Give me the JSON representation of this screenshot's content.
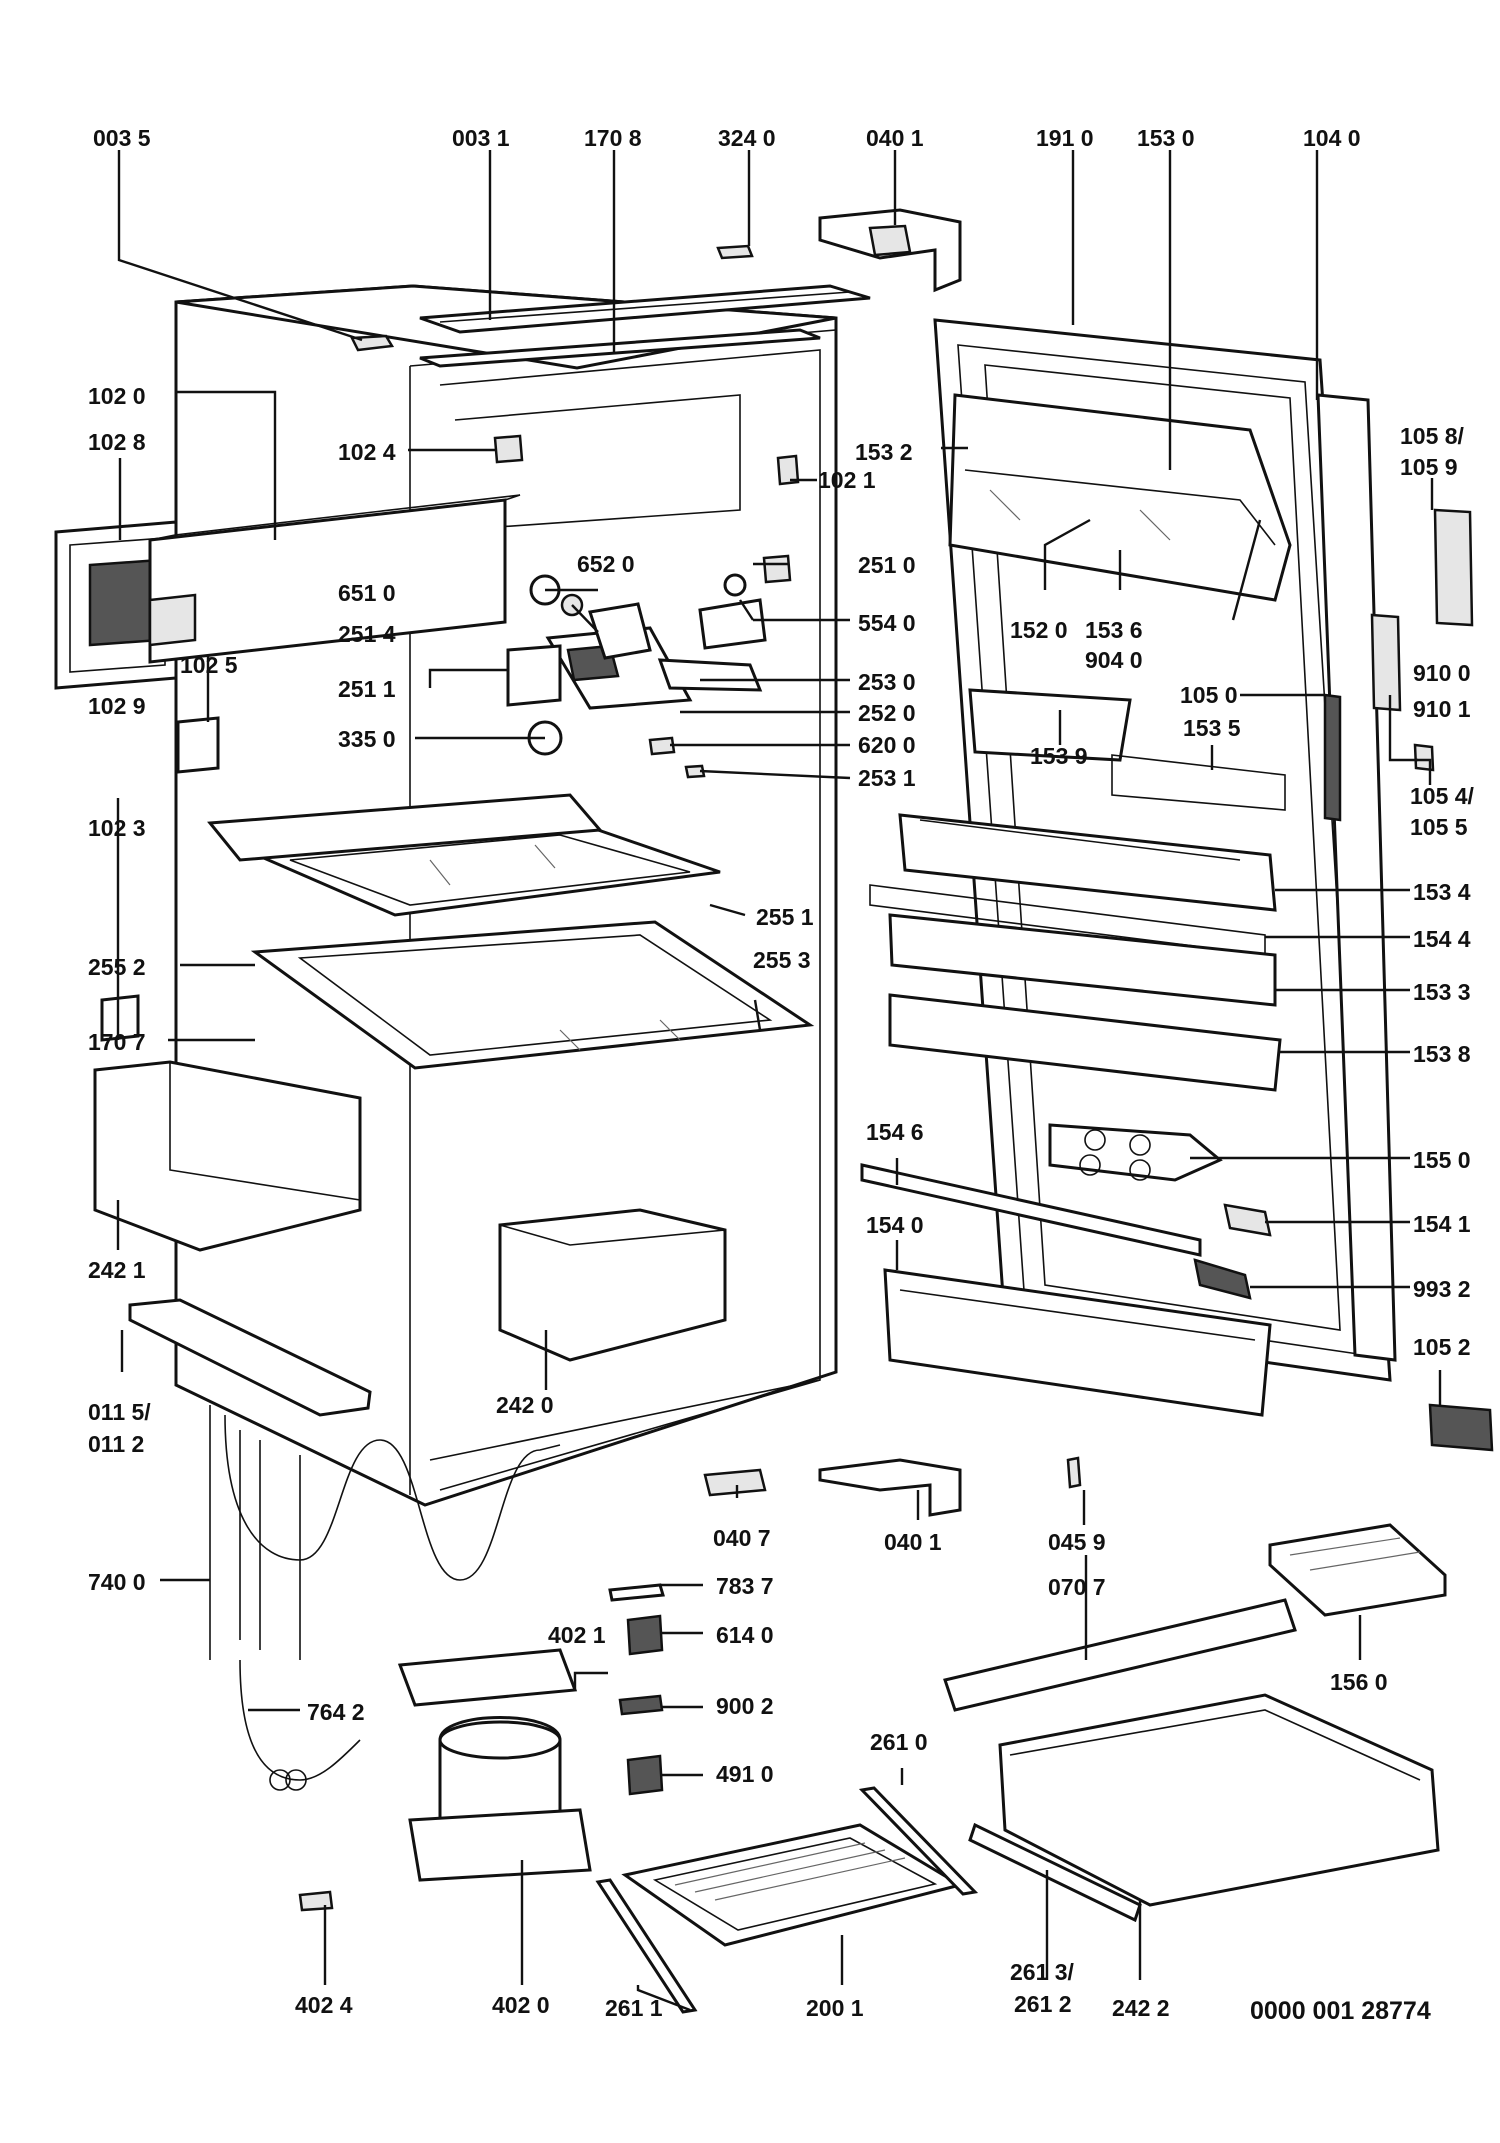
{
  "labels": {
    "l_0035": "003 5",
    "l_0031": "003 1",
    "l_1708": "170 8",
    "l_3240": "324 0",
    "l_0401_top": "040 1",
    "l_1910": "191 0",
    "l_1530": "153 0",
    "l_1040": "104 0",
    "l_1020": "102 0",
    "l_1028": "102 8",
    "l_1024": "102 4",
    "l_1532": "153 2",
    "l_1021": "102 1",
    "l_1058": "105 8/",
    "l_1059": "105 9",
    "l_6520": "652 0",
    "l_6510": "651 0",
    "l_2514": "251 4",
    "l_2510": "251 0",
    "l_5540": "554 0",
    "l_1520": "152 0",
    "l_1536": "153 6",
    "l_9040": "904 0",
    "l_1025": "102 5",
    "l_2511": "251 1",
    "l_2530": "253 0",
    "l_2520": "252 0",
    "l_1050": "105 0",
    "l_9100": "910 0",
    "l_9101": "910 1",
    "l_1029": "102 9",
    "l_3350": "335 0",
    "l_6200": "620 0",
    "l_1535": "153 5",
    "l_1539": "153 9",
    "l_2531": "253 1",
    "l_1054": "105 4/",
    "l_1055": "105 5",
    "l_1023": "102 3",
    "l_2551": "255 1",
    "l_1534": "153 4",
    "l_1544": "154 4",
    "l_2552": "255 2",
    "l_2553": "255 3",
    "l_1533": "153 3",
    "l_1707": "170 7",
    "l_1538": "153 8",
    "l_1546": "154 6",
    "l_1550": "155 0",
    "l_2421": "242 1",
    "l_1540": "154 0",
    "l_1541": "154 1",
    "l_9932": "993 2",
    "l_2420": "242 0",
    "l_1052": "105 2",
    "l_0115": "011 5/",
    "l_0112": "011 2",
    "l_0407": "040 7",
    "l_0401_bot": "040 1",
    "l_0459": "045 9",
    "l_7400": "740 0",
    "l_7837": "783 7",
    "l_0707": "070 7",
    "l_4021": "402 1",
    "l_6140": "614 0",
    "l_1560": "156 0",
    "l_7642": "764 2",
    "l_9002": "900 2",
    "l_2610": "261 0",
    "l_4910": "491 0",
    "l_2613": "261 3/",
    "l_2612": "261 2",
    "l_4024": "402 4",
    "l_4020": "402 0",
    "l_2611": "261 1",
    "l_2001": "200 1",
    "l_2422": "242 2"
  },
  "document_number": "0000 001 28774"
}
